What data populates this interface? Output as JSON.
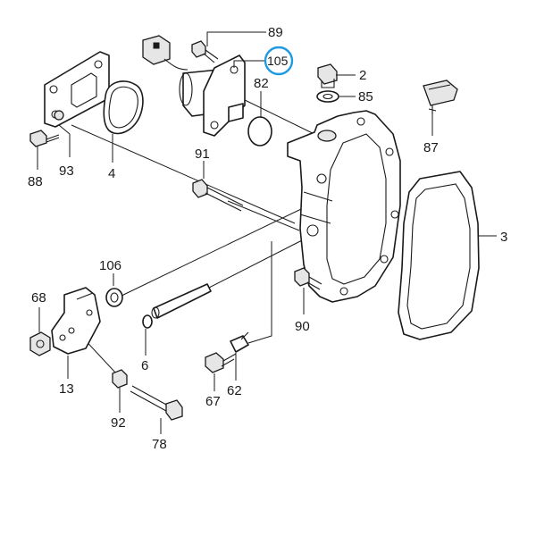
{
  "labels": {
    "p89": "89",
    "p105": "105",
    "p2": "2",
    "p82": "82",
    "p85": "85",
    "p87": "87",
    "p88": "88",
    "p93": "93",
    "p4": "4",
    "p91": "91",
    "p3": "3",
    "p106": "106",
    "p68": "68",
    "p90": "90",
    "p6": "6",
    "p13": "13",
    "p67": "67",
    "p62": "62",
    "p92": "92",
    "p78": "78"
  },
  "colors": {
    "highlight": "#1e9be0",
    "line": "#1a1a1a"
  }
}
